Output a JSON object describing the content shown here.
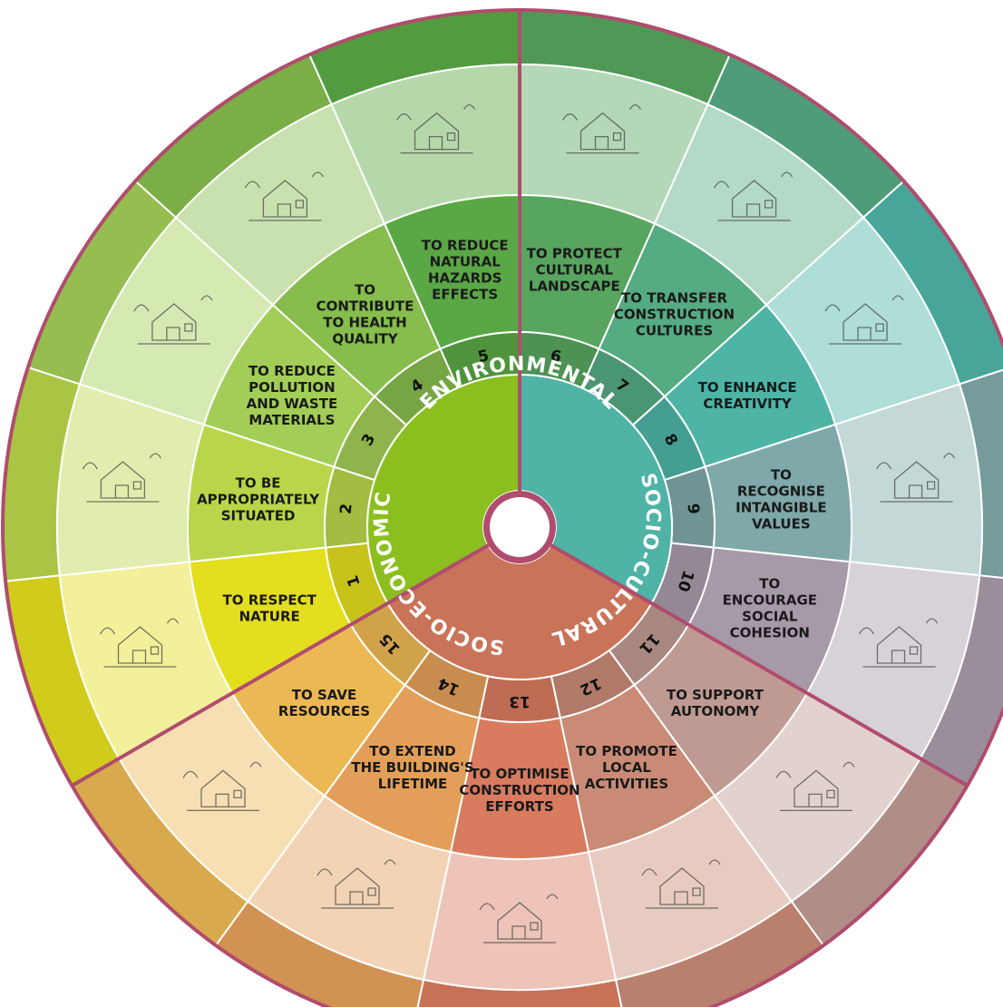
{
  "categories": [
    {
      "id": "environmental",
      "label": "ENVIRONMENTAL",
      "color": "#8bbf1f"
    },
    {
      "id": "socio-cultural",
      "label": "SOCIO-CULTURAL",
      "color": "#4fb3a6"
    },
    {
      "id": "socio-economic",
      "label": "SOCIO-ECONOMIC",
      "color": "#c97358"
    }
  ],
  "goals": [
    {
      "number": "1",
      "lines": [
        "TO RESPECT",
        "NATURE"
      ],
      "color": "#e3de1e",
      "sketch": "house-hill-icon"
    },
    {
      "number": "2",
      "lines": [
        "TO BE",
        "APPROPRIATELY",
        "SITUATED"
      ],
      "color": "#b9d64a",
      "sketch": "houses-slope-icon"
    },
    {
      "number": "3",
      "lines": [
        "TO REDUCE",
        "POLLUTION",
        "AND WASTE",
        "MATERIALS"
      ],
      "color": "#a2cd57",
      "sketch": "waste-icon"
    },
    {
      "number": "4",
      "lines": [
        "TO",
        "CONTRIBUTE",
        "TO HEALTH",
        "QUALITY"
      ],
      "color": "#86bd4c",
      "sketch": "ventilated-house-icon"
    },
    {
      "number": "5",
      "lines": [
        "TO REDUCE",
        "NATURAL",
        "HAZARDS",
        "EFFECTS"
      ],
      "color": "#5aa845",
      "sketch": "hazard-icon"
    },
    {
      "number": "6",
      "lines": [
        "TO PROTECT",
        "CULTURAL",
        "LANDSCAPE"
      ],
      "color": "#57a55e",
      "sketch": "landscape-icon"
    },
    {
      "number": "7",
      "lines": [
        "TO TRANSFER",
        "CONSTRUCTION",
        "CULTURES"
      ],
      "color": "#55ab82",
      "sketch": "workers-icon"
    },
    {
      "number": "8",
      "lines": [
        "TO ENHANCE",
        "CREATIVITY"
      ],
      "color": "#4db4a6",
      "sketch": "creativity-icon"
    },
    {
      "number": "9",
      "lines": [
        "TO",
        "RECOGNISE",
        "INTANGIBLE",
        "VALUES"
      ],
      "color": "#7fa8a8",
      "sketch": "ritual-icon"
    },
    {
      "number": "10",
      "lines": [
        "TO",
        "ENCOURAGE",
        "SOCIAL",
        "COHESION"
      ],
      "color": "#a79aa8",
      "sketch": "village-icon"
    },
    {
      "number": "11",
      "lines": [
        "TO SUPPORT",
        "AUTONOMY"
      ],
      "color": "#bf9a93",
      "sketch": "street-icon"
    },
    {
      "number": "12",
      "lines": [
        "TO PROMOTE",
        "LOCAL",
        "ACTIVITIES"
      ],
      "color": "#c98b76",
      "sketch": "market-icon"
    },
    {
      "number": "13",
      "lines": [
        "TO OPTIMISE",
        "CONSTRUCTION",
        "EFFORTS"
      ],
      "color": "#d87b5f",
      "sketch": "trees-houses-icon"
    },
    {
      "number": "14",
      "lines": [
        "TO EXTEND",
        "THE BUILDING'S",
        "LIFETIME"
      ],
      "color": "#e39f5a",
      "sketch": "ladder-house-icon"
    },
    {
      "number": "15",
      "lines": [
        "TO SAVE",
        "RESOURCES"
      ],
      "color": "#ecb854",
      "sketch": "sun-house-icon"
    }
  ]
}
